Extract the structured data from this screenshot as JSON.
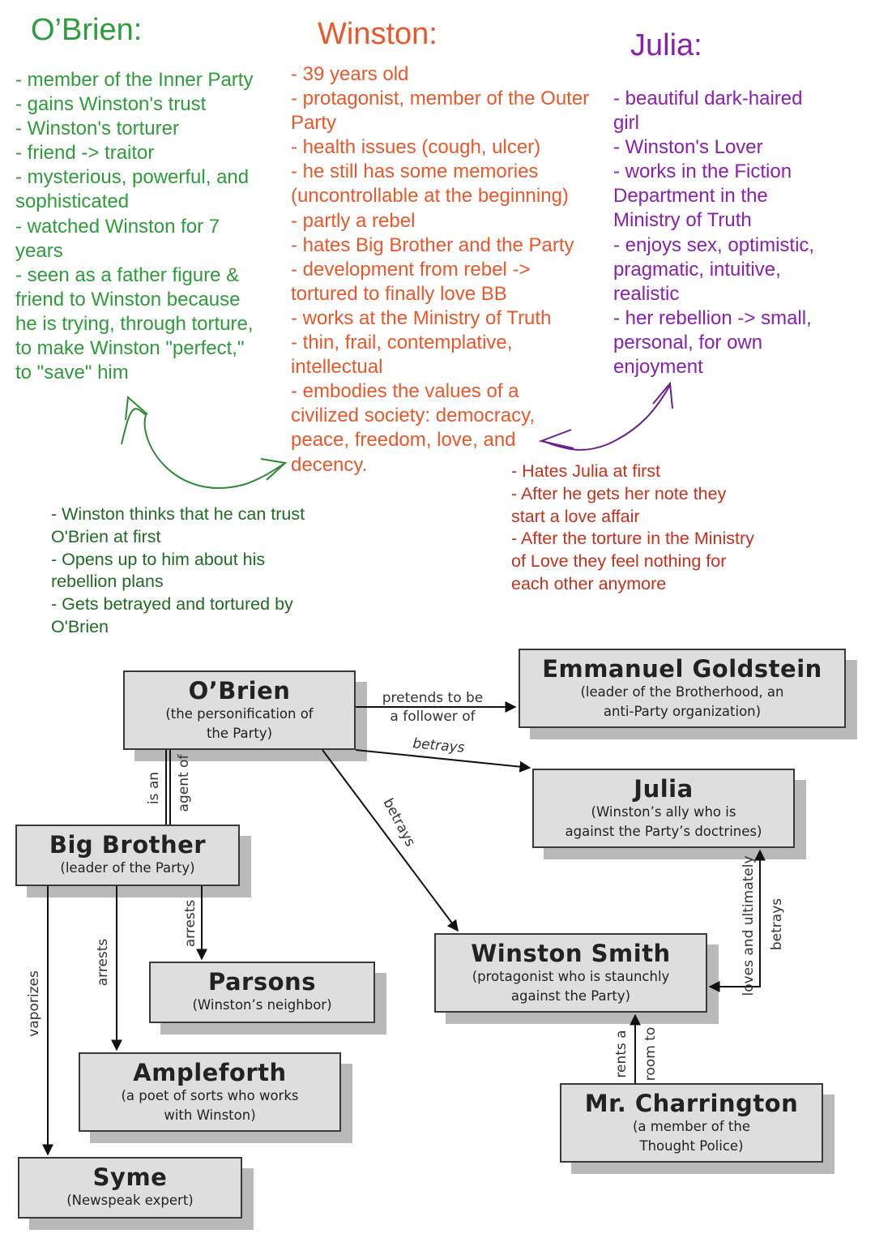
{
  "notes": {
    "obrien": {
      "heading": "O’Brien:",
      "lines": [
        "- member of the Inner Party",
        "- gains Winston's trust",
        "- Winston's torturer",
        "- friend -> traitor",
        "- mysterious, powerful, and",
        "sophisticated",
        "- watched Winston for 7",
        "years",
        "- seen as a father figure &",
        "friend to Winston because",
        "he is trying, through torture,",
        "to make Winston \"perfect,\"",
        "to \"save\" him"
      ]
    },
    "winston": {
      "heading": "Winston:",
      "lines": [
        "- 39 years old",
        "- protagonist, member of the Outer",
        "Party",
        "- health issues (cough, ulcer)",
        "- he still has some memories",
        "(uncontrollable at the beginning)",
        "- partly a rebel",
        "- hates Big Brother and the Party",
        "- development from rebel ->",
        "tortured to finally love BB",
        "- works at the Ministry of Truth",
        "- thin, frail, contemplative,",
        "intellectual",
        "- embodies the values of a",
        "civilized society: democracy,",
        "peace, freedom, love, and",
        "decency."
      ]
    },
    "julia": {
      "heading": "Julia:",
      "lines": [
        "- beautiful dark-haired",
        "girl",
        "- Winston's Lover",
        "- works in the Fiction",
        "Department in the",
        "Ministry of Truth",
        "- enjoys sex, optimistic,",
        "pragmatic, intuitive,",
        "realistic",
        "- her rebellion -> small,",
        "personal, for own",
        "enjoyment"
      ]
    },
    "winston_obrien": {
      "lines": [
        "- Winston thinks that he can trust",
        "O'Brien at first",
        "- Opens up to him about his",
        "rebellion plans",
        "- Gets betrayed and tortured by",
        "O'Brien"
      ]
    },
    "winston_julia": {
      "lines": [
        "- Hates Julia at first",
        "- After he gets her note they",
        "start a love affair",
        "- After the torture in the Ministry",
        "of Love they feel nothing for",
        "each other anymore"
      ]
    }
  },
  "diagram": {
    "nodes": {
      "obrien": {
        "name": "O’Brien",
        "desc": [
          "(the personification of",
          "the Party)"
        ]
      },
      "goldstein": {
        "name": "Emmanuel Goldstein",
        "desc": [
          "(leader of the Brotherhood, an",
          "anti-Party organization)"
        ]
      },
      "julia": {
        "name": "Julia",
        "desc": [
          "(Winston’s ally who is",
          "against the Party’s doctrines)"
        ]
      },
      "bigbrother": {
        "name": "Big Brother",
        "desc": [
          "(leader of the Party)"
        ]
      },
      "winston": {
        "name": "Winston Smith",
        "desc": [
          "(protagonist who is staunchly",
          "against the Party)"
        ]
      },
      "parsons": {
        "name": "Parsons",
        "desc": [
          "(Winston’s neighbor)"
        ]
      },
      "ampleforth": {
        "name": "Ampleforth",
        "desc": [
          "(a poet of sorts who works",
          "with Winston)"
        ]
      },
      "charrington": {
        "name": "Mr. Charrington",
        "desc": [
          "(a member of the",
          "Thought Police)"
        ]
      },
      "syme": {
        "name": "Syme",
        "desc": [
          "(Newspeak expert)"
        ]
      }
    },
    "edges": {
      "pretends": [
        "pretends to be",
        "a follower of"
      ],
      "betrays_julia": "betrays",
      "betrays_winston": "betrays",
      "is_an": "is an",
      "agent_of": "agent of",
      "vaporizes": "vaporizes",
      "arrests_ampleforth": "arrests",
      "arrests_parsons": "arrests",
      "loves": "loves and ultimately",
      "betrays_back": "betrays",
      "rents_a": "rents a",
      "room_to": "room to"
    }
  },
  "colors": {
    "obrien_heading": "#2e9c3a",
    "obrien_notes": "#2e9c3a",
    "winston_heading": "#e8582a",
    "winston_notes": "#e8582a",
    "julia_heading": "#8a21ad",
    "julia_notes": "#8a21ad",
    "winston_obrien_notes": "#1f6b24",
    "winston_julia_notes": "#c4311c"
  }
}
